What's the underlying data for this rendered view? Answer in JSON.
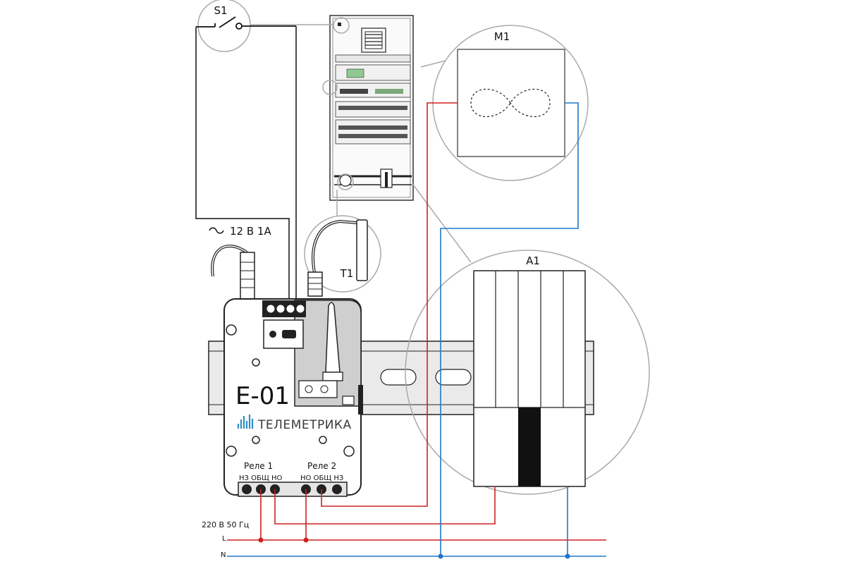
{
  "labels": {
    "switch": "S1",
    "motor": "M1",
    "contactor": "A1",
    "sensor": "T1",
    "power_supply": "12 В 1А",
    "device_model": "E-01",
    "brand": "ТЕЛЕМЕТРИКА",
    "relay1": "Реле 1",
    "relay2": "Реле 2",
    "relay1_contacts": "НЗ ОБЩ НО",
    "relay2_contacts": "НО ОБЩ НЗ",
    "mains": "220 В 50 Гц",
    "line": "L",
    "neutral": "N"
  },
  "colors": {
    "line_wire": "#d02020",
    "neutral_wire": "#1f78c8",
    "control_wire": "#111111",
    "callout": "#a9a9a9",
    "device_body": "#ffffff",
    "device_panel": "#cfcfcf",
    "din_rail": "#e9e9e9"
  },
  "icons": [
    "switch-icon",
    "fan-icon",
    "temperature-probe-icon",
    "antenna-icon",
    "brand-logo-icon",
    "usb-port-icon"
  ]
}
